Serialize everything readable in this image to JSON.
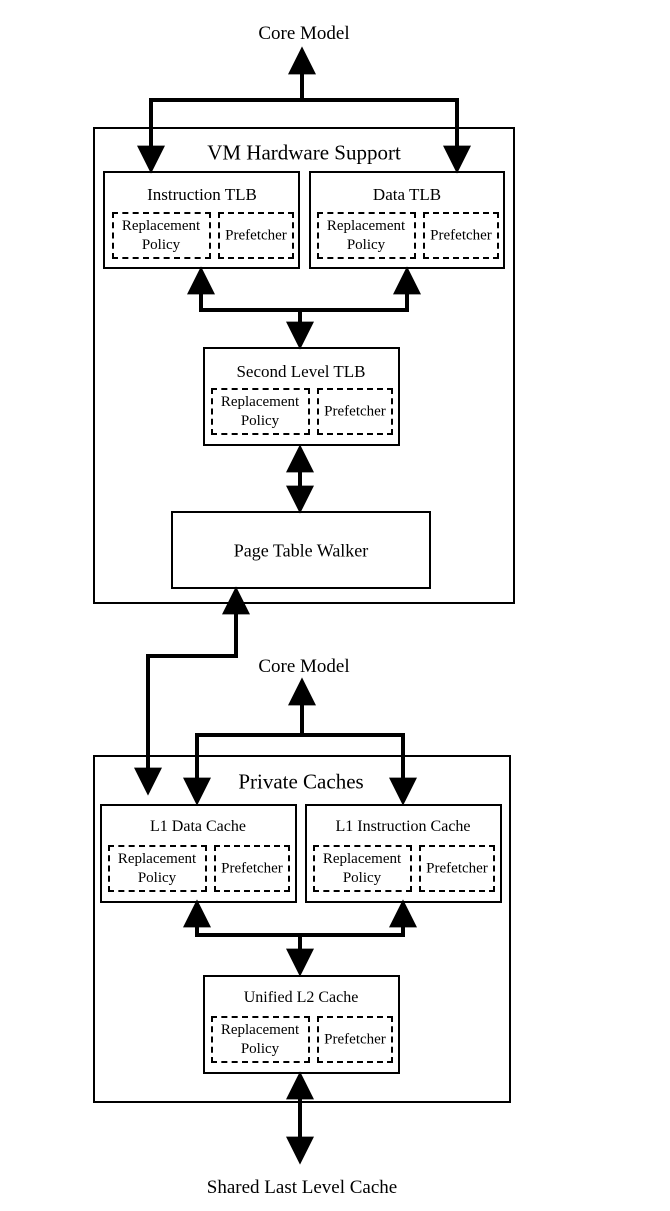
{
  "top_core_model": "Core Model",
  "vm": {
    "title": "VM Hardware Support",
    "itlb": {
      "title": "Instruction TLB",
      "replacement": "Replacement Policy",
      "prefetcher": "Prefetcher"
    },
    "dtlb": {
      "title": "Data TLB",
      "replacement": "Replacement Policy",
      "prefetcher": "Prefetcher"
    },
    "l2tlb": {
      "title": "Second Level TLB",
      "replacement": "Replacement Policy",
      "prefetcher": "Prefetcher"
    },
    "walker": "Page Table Walker"
  },
  "mid_core_model": "Core Model",
  "caches": {
    "title": "Private Caches",
    "l1d": {
      "title": "L1 Data Cache",
      "replacement": "Replacement Policy",
      "prefetcher": "Prefetcher"
    },
    "l1i": {
      "title": "L1 Instruction Cache",
      "replacement": "Replacement Policy",
      "prefetcher": "Prefetcher"
    },
    "l2": {
      "title": "Unified L2 Cache",
      "replacement": "Replacement Policy",
      "prefetcher": "Prefetcher"
    }
  },
  "bottom_label": "Shared Last Level Cache"
}
